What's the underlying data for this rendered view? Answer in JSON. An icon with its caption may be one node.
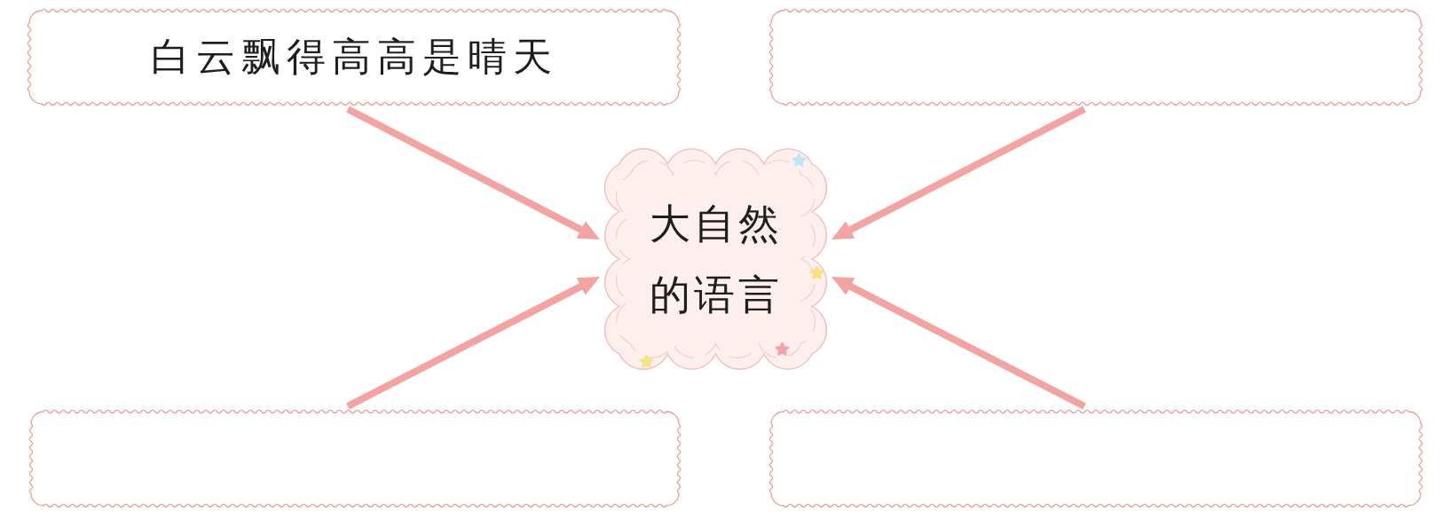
{
  "diagram": {
    "nodes": [
      {
        "text": [
          "白云飘得高高是晴天"
        ]
      },
      {
        "text": [],
        "shape": "box"
      },
      {
        "text": [
          "大自然的语言"
        ]
      },
      {
        "text": [],
        "shape": "box"
      },
      {
        "text": [],
        "shape": "box"
      }
    ],
    "edges": [
      {
        "from": 0,
        "to": 2,
        "arrow": "to"
      },
      {
        "from": 1,
        "to": 2,
        "arrow": "to"
      },
      {
        "from": 3,
        "to": 2,
        "arrow": "to"
      },
      {
        "from": 4,
        "to": 2,
        "arrow": "to"
      }
    ]
  }
}
